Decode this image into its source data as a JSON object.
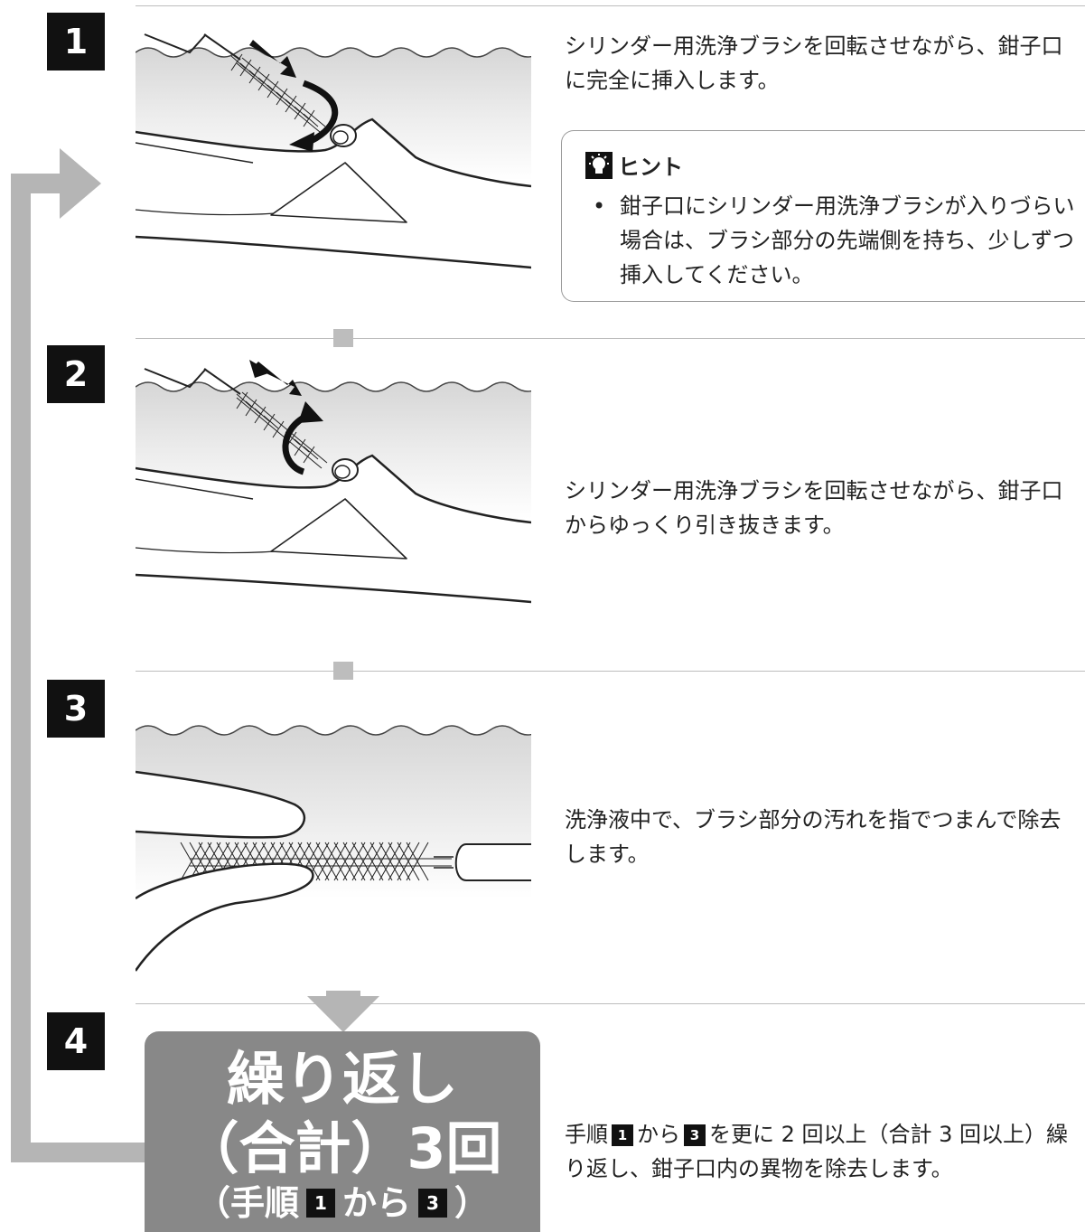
{
  "steps": [
    {
      "number": "1",
      "description": "シリンダー用洗浄ブラシを回転させながら、鉗子口に完全に挿入します。"
    },
    {
      "number": "2",
      "description": "シリンダー用洗浄ブラシを回転させながら、鉗子口からゆっくり引き抜きます。"
    },
    {
      "number": "3",
      "description": "洗浄液中で、ブラシ部分の汚れを指でつまんで除去します。"
    },
    {
      "number": "4",
      "description_parts": {
        "before": "手順",
        "badge_a": "1",
        "between": "から",
        "badge_b": "3",
        "after": "を更に 2 回以上（合計 3 回以上）繰り返し、鉗子口内の異物を除去します。"
      }
    }
  ],
  "hint": {
    "title": "ヒント",
    "icon": "lightbulb-icon",
    "bullet": "•",
    "text": "鉗子口にシリンダー用洗浄ブラシが入りづらい場合は、ブラシ部分の先端側を持ち、少しずつ挿入してください。"
  },
  "repeat_box": {
    "line1": "繰り返し",
    "line2": "（合計）3回",
    "line3_prefix": "（手順",
    "badge_a": "1",
    "line3_middle": "から",
    "badge_b": "3",
    "line3_suffix": "）"
  },
  "colors": {
    "badge": "#111111",
    "repeat_box": "#888888",
    "loop_arrow": "#b5b5b5",
    "water": "#dcdcdc"
  }
}
